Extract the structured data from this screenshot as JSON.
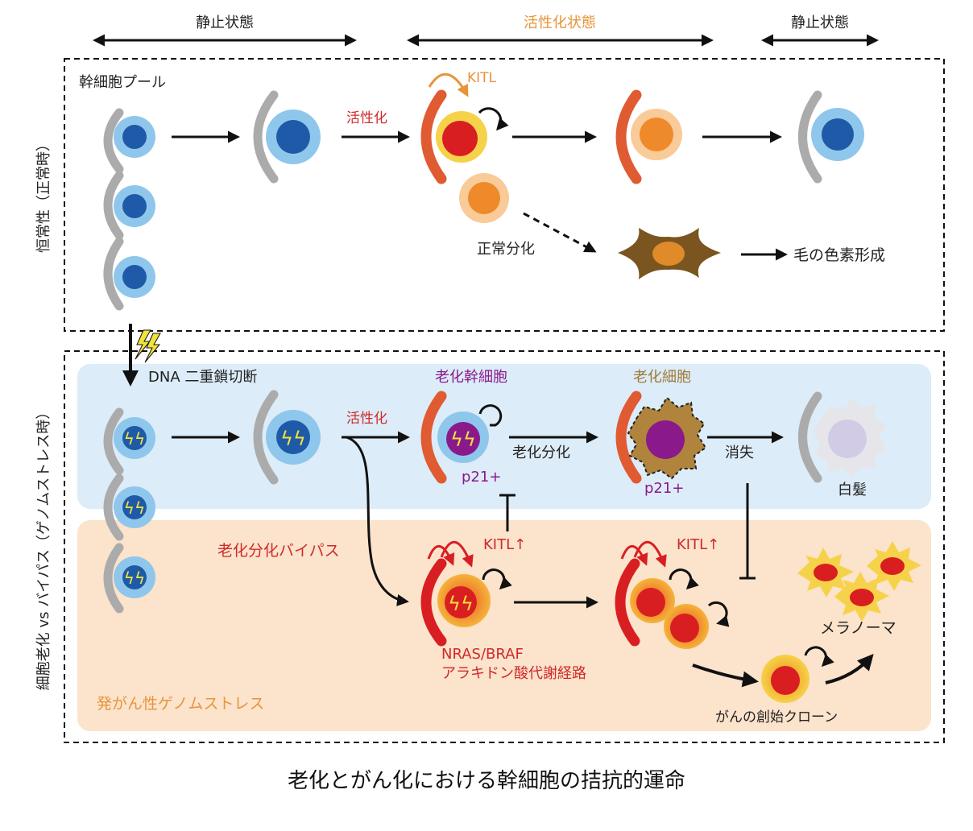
{
  "phases": {
    "quiescent_left": "静止状態",
    "activated": "活性化状態",
    "quiescent_right": "静止状態"
  },
  "top_panel": {
    "side_label": "恒常性（正常時）",
    "pool_label": "幹細胞プール",
    "activation_label": "活性化",
    "kitl_label": "KITL",
    "normal_diff_label": "正常分化",
    "pigment_label": "毛の色素形成"
  },
  "bottom_panel": {
    "side_label": "細胞老化 vs バイパス（ゲノムストレス時）",
    "dna_label": "DNA 二重鎖切断",
    "activation_label": "活性化",
    "senescent_stem_label": "老化幹細胞",
    "senescent_cell_label": "老化細胞",
    "p21_label_1": "p21+",
    "p21_label_2": "p21+",
    "senescent_diff_label": "老化分化",
    "loss_label": "消失",
    "gray_hair_label": "白髪",
    "bypass_label": "老化分化バイパス",
    "kitl_up_label_1": "KITL↑",
    "kitl_up_label_2": "KITL↑",
    "nras_label": "NRAS/BRAF",
    "arachidonic_label": "アラキドン酸代謝経路",
    "melanoma_label": "メラノーマ",
    "oncogenic_stress_label": "発がん性ゲノムストレス",
    "founder_clone_label": "がんの創始クローン"
  },
  "caption": "老化とがん化における幹細胞の拮抗的運命",
  "colors": {
    "dark_blue": "#1e5aa8",
    "light_blue": "#8fc7ec",
    "niche_gray": "#ababab",
    "niche_red": "#e05a32",
    "melanocyte_orange": "#ee8a2a",
    "activated_red": "#d91e22",
    "senescent_purple": "#8a1a8c",
    "senescent_brown": "#b0843c",
    "label_red": "#d02a2a",
    "label_orange": "#e8943a",
    "label_purple": "#8a1a8c",
    "label_brown": "#a07a3a",
    "blue_zone": "#dcecf8",
    "orange_zone": "#fbe3cc"
  }
}
